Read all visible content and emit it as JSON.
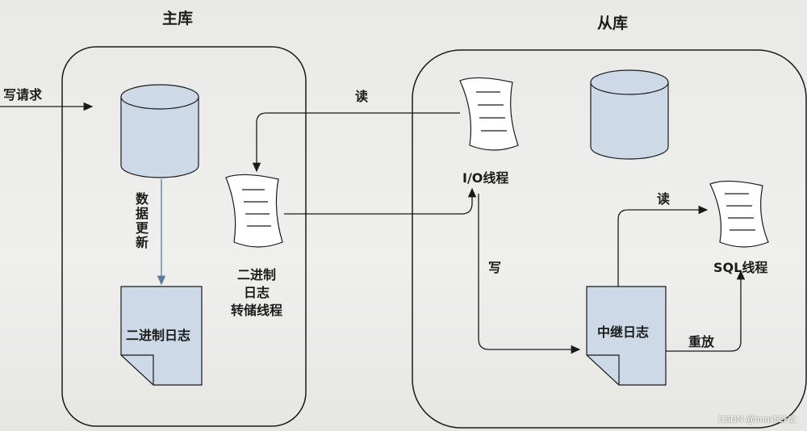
{
  "master": {
    "title": "主库",
    "data_update": "数据更新",
    "binlog_file": "二进制日志",
    "dump_thread": "二进制\n日志\n转储线程"
  },
  "slave": {
    "title": "从库",
    "io_thread": "I/O线程",
    "relay_log": "中继日志",
    "sql_thread": "SQL线程"
  },
  "edges": {
    "write_request": "写请求",
    "read_1": "读",
    "write": "写",
    "read_2": "读",
    "replay": "重放"
  },
  "footer": "CSDN @tmax52HZ",
  "colors": {
    "node_fill": "#cdd9e6",
    "line": "#1a1a1a",
    "arrow_blue": "#5a7a95"
  }
}
